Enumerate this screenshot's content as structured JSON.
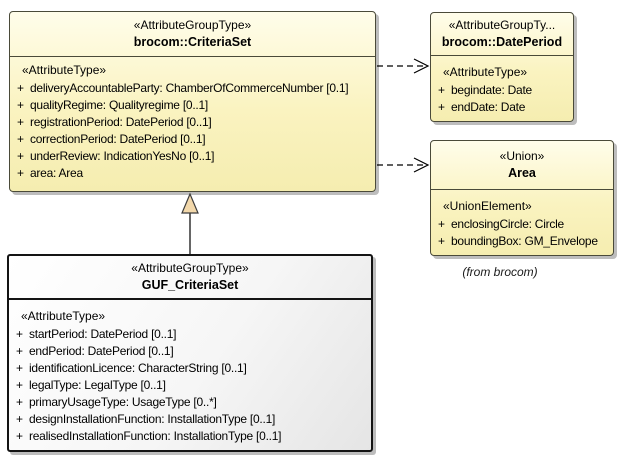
{
  "colors": {
    "class_fill_top": "#fffdea",
    "class_fill_bottom": "#f5edb0",
    "class_border": "#4a4a39",
    "highlight_fill": "#ffffff",
    "highlight_fill_edge": "#e5e5e5",
    "highlight_border": "#141414",
    "drop_shadow": "#bdbdbd",
    "generalization_triangle_fill": "#f2d8ab",
    "connector_color": "#000000"
  },
  "classes": {
    "criteria_set": {
      "stereotype": "«AttributeGroupType»",
      "name": "brocom::CriteriaSet",
      "section": "«AttributeType»",
      "attributes": [
        {
          "vis": "+",
          "text": "deliveryAccountableParty: ChamberOfCommerceNumber [0.1]"
        },
        {
          "vis": "+",
          "text": "qualityRegime: Qualityregime [0..1]"
        },
        {
          "vis": "+",
          "text": "registrationPeriod: DatePeriod [0..1]"
        },
        {
          "vis": "+",
          "text": "correctionPeriod: DatePeriod [0..1]"
        },
        {
          "vis": "+",
          "text": "underReview: IndicationYesNo [0..1]"
        },
        {
          "vis": "+",
          "text": "area: Area"
        }
      ]
    },
    "date_period": {
      "stereotype": "«AttributeGroupTy...",
      "name": "brocom::DatePeriod",
      "section": "«AttributeType»",
      "attributes": [
        {
          "vis": "+",
          "text": "begindate: Date"
        },
        {
          "vis": "+",
          "text": "endDate: Date"
        }
      ]
    },
    "area": {
      "stereotype": "«Union»",
      "name": "Area",
      "section": "«UnionElement»",
      "attributes": [
        {
          "vis": "+",
          "text": "enclosingCircle: Circle"
        },
        {
          "vis": "+",
          "text": "boundingBox: GM_Envelope"
        }
      ]
    },
    "guf_criteria_set": {
      "stereotype": "«AttributeGroupType»",
      "name": "GUF_CriteriaSet",
      "section": "«AttributeType»",
      "attributes": [
        {
          "vis": "+",
          "text": "startPeriod: DatePeriod [0..1]"
        },
        {
          "vis": "+",
          "text": "endPeriod: DatePeriod [0..1]"
        },
        {
          "vis": "+",
          "text": "identificationLicence: CharacterString [0..1]"
        },
        {
          "vis": "+",
          "text": "legalType: LegalType [0..1]"
        },
        {
          "vis": "+",
          "text": "primaryUsageType: UsageType [0..*]"
        },
        {
          "vis": "+",
          "text": "designInstallationFunction: InstallationType [0..1]"
        },
        {
          "vis": "+",
          "text": "realisedInstallationFunction: InstallationType [0..1]"
        }
      ]
    }
  },
  "annotations": {
    "from_note": "(from brocom)"
  },
  "relations": [
    {
      "type": "dependency",
      "style": "dashed-open-arrow",
      "from": "brocom::CriteriaSet",
      "to": "brocom::DatePeriod"
    },
    {
      "type": "dependency",
      "style": "dashed-open-arrow",
      "from": "brocom::CriteriaSet",
      "to": "Area"
    },
    {
      "type": "generalization",
      "style": "solid-hollow-triangle",
      "from": "GUF_CriteriaSet",
      "to": "brocom::CriteriaSet"
    }
  ]
}
